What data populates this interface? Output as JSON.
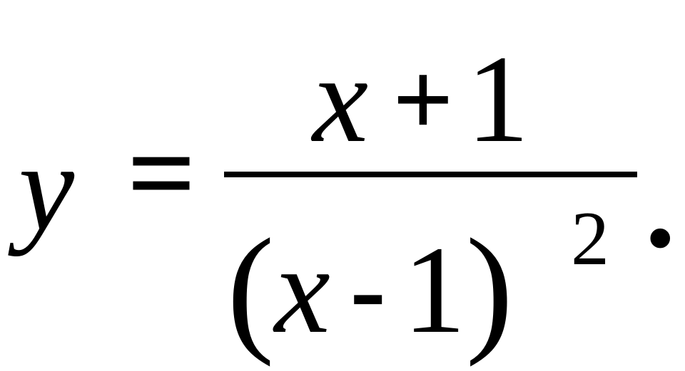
{
  "formula": {
    "lhs": "y",
    "equals": "=",
    "numerator": {
      "var": "x",
      "op": "+",
      "const": "1"
    },
    "denominator": {
      "open_paren": "(",
      "var": "x",
      "op": "-",
      "const": "1",
      "close_paren": ")",
      "exponent": "2"
    },
    "terminator": "."
  }
}
